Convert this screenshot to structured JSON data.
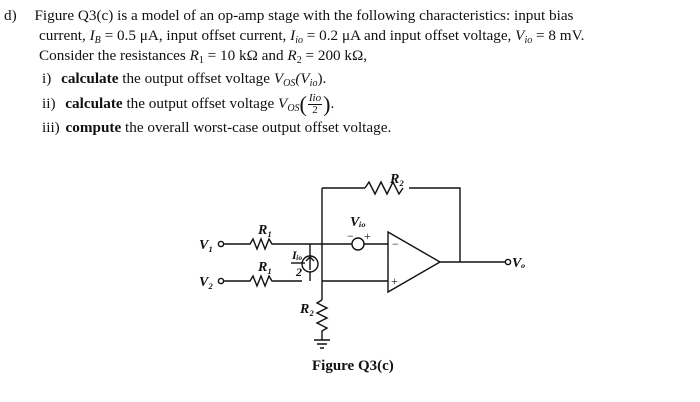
{
  "question": {
    "label": "d)",
    "line1": "Figure Q3(c) is a model of an op-amp stage with the following characteristics: input bias",
    "line2_a": "current, ",
    "IB_sym": "I",
    "IB_sub": "B",
    "line2_b": " = 0.5 μA, input offset current, ",
    "Iio_sym": "I",
    "Iio_sub": "io",
    "line2_c": " = 0.2 μA and input offset voltage, ",
    "Vio_sym": "V",
    "Vio_sub": "io",
    "line2_d": " = 8 mV.",
    "line3_a": "Consider the resistances ",
    "R1_sym": "R",
    "R1_sub": "1",
    "line3_b": " = 10 kΩ and ",
    "R2_sym": "R",
    "R2_sub": "2",
    "line3_c": " = 200 kΩ,"
  },
  "items": [
    {
      "num": "i)",
      "verb": "calculate",
      "text": " the output offset voltage ",
      "V": "V",
      "Vsub": "OS",
      "arg_pre": "(V",
      "arg_sub": "io",
      "arg_post": ")."
    },
    {
      "num": "ii)",
      "verb": "calculate",
      "text": " the output offset voltage ",
      "V": "V",
      "Vsub": "OS",
      "frac_num": "Iio",
      "frac_den": "2",
      "end": "."
    },
    {
      "num": "iii)",
      "verb": "compute",
      "text": " the overall worst-case output offset voltage."
    }
  ],
  "figure": {
    "caption": "Figure Q3(c)",
    "labels": {
      "R2_top": "R₂",
      "R1_top": "R₁",
      "R1_bot": "R₁",
      "R2_gnd": "R₂",
      "V1": "V₁",
      "V2": "V₂",
      "Vo": "Vₒ",
      "Vio": "Vᵢₒ",
      "Iio": "Iᵢₒ",
      "Iio_den": "2",
      "minus": "−",
      "plus": "+"
    }
  }
}
